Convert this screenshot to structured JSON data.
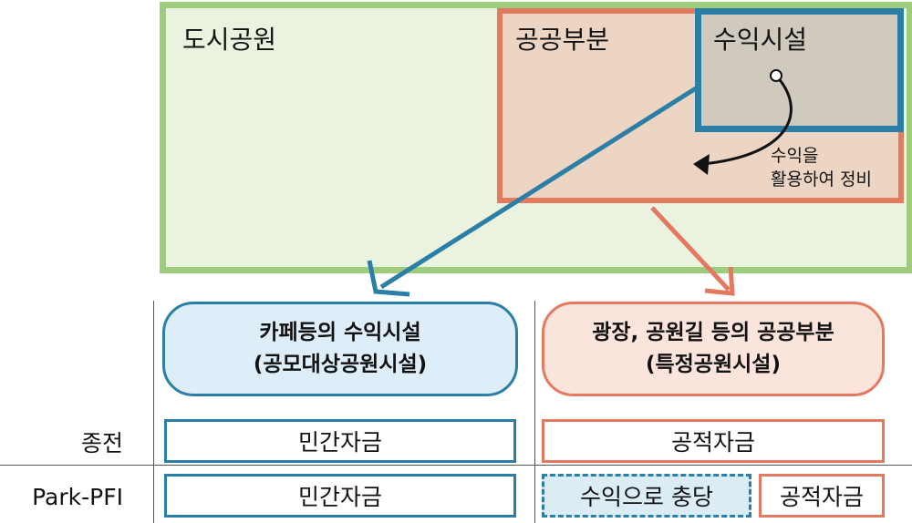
{
  "regions": {
    "park": "도시공원",
    "public_part": "공공부분",
    "revenue_facility": "수익시설"
  },
  "annotation": {
    "line1": "수익을",
    "line2": "활용하여 정비"
  },
  "categories": {
    "revenue": {
      "line1": "카페등의 수익시설",
      "line2": "(공모대상공원시설)"
    },
    "public": {
      "line1": "광장, 공원길 등의 공공부분",
      "line2": "(특정공원시설)"
    }
  },
  "rows": {
    "conventional": {
      "label": "종전",
      "revenue_funding": "민간자금",
      "public_funding": "공적자금"
    },
    "park_pfi": {
      "label": "Park-PFI",
      "revenue_funding": "민간자금",
      "public_funding_revenue": "수익으로 충당",
      "public_funding_public": "공적자금"
    }
  },
  "colors": {
    "park_border": "#9ccc7c",
    "park_fill": "#eaf2e0",
    "public_border": "#e37a5f",
    "public_fill": "#ecd5c3",
    "revenue_border": "#2b7fa6",
    "revenue_fill": "#cfcabd"
  }
}
